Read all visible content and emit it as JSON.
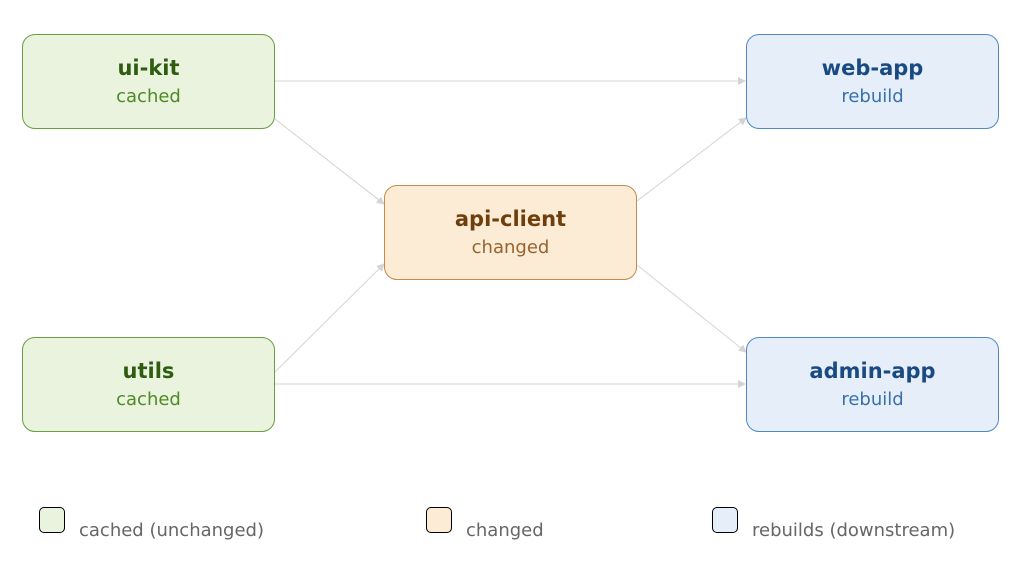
{
  "nodes": {
    "ui_kit": {
      "name": "ui-kit",
      "status": "cached"
    },
    "utils": {
      "name": "utils",
      "status": "cached"
    },
    "api_client": {
      "name": "api-client",
      "status": "changed"
    },
    "web_app": {
      "name": "web-app",
      "status": "rebuild"
    },
    "admin_app": {
      "name": "admin-app",
      "status": "rebuild"
    }
  },
  "edges": [
    {
      "from": "ui-kit",
      "to": "web-app"
    },
    {
      "from": "ui-kit",
      "to": "api-client"
    },
    {
      "from": "utils",
      "to": "api-client"
    },
    {
      "from": "utils",
      "to": "admin-app"
    },
    {
      "from": "api-client",
      "to": "web-app"
    },
    {
      "from": "api-client",
      "to": "admin-app"
    }
  ],
  "legend": {
    "cached": "cached (unchanged)",
    "changed": "changed",
    "rebuild": "rebuilds (downstream)"
  },
  "colors": {
    "cached_fill": "#e9f3de",
    "cached_border": "#6a9e40",
    "changed_fill": "#fcebd5",
    "changed_border": "#c48a4e",
    "rebuild_fill": "#e6eff9",
    "rebuild_border": "#4f87c7",
    "edge": "#d4d4d4"
  }
}
